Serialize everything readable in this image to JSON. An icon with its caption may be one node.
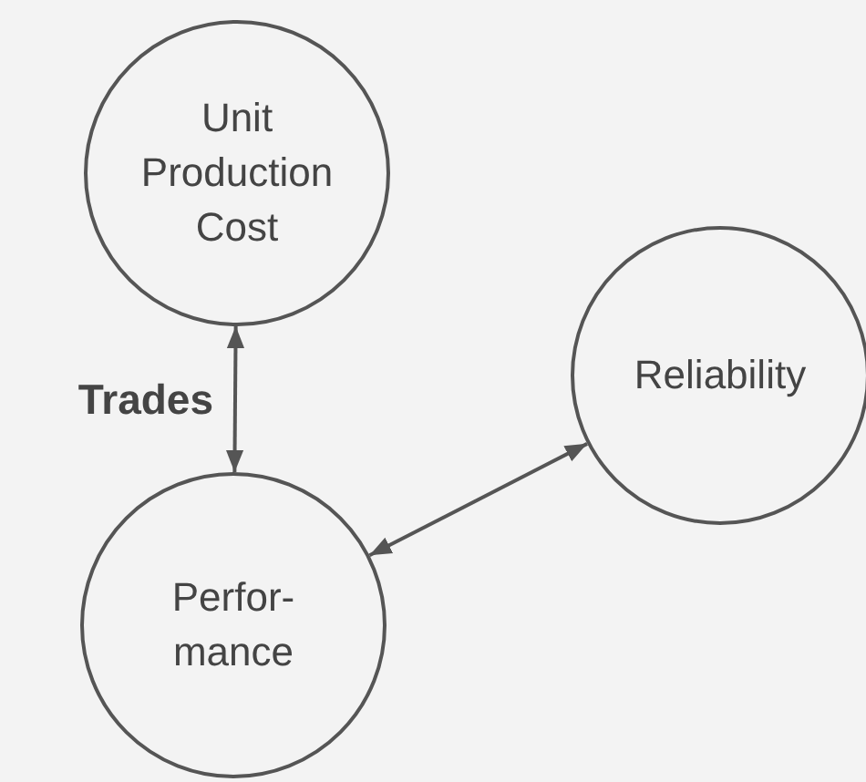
{
  "diagram": {
    "nodes": [
      {
        "text": [
          "Unit Production Cost"
        ]
      },
      {
        "text": [
          "Perfor- mance"
        ]
      },
      {
        "text": [
          "Reliability"
        ]
      }
    ],
    "edges": [
      {
        "from": 0,
        "to": 1,
        "arrow": "both",
        "label": "Trades"
      },
      {
        "from": 1,
        "to": 2,
        "arrow": "both"
      }
    ]
  }
}
